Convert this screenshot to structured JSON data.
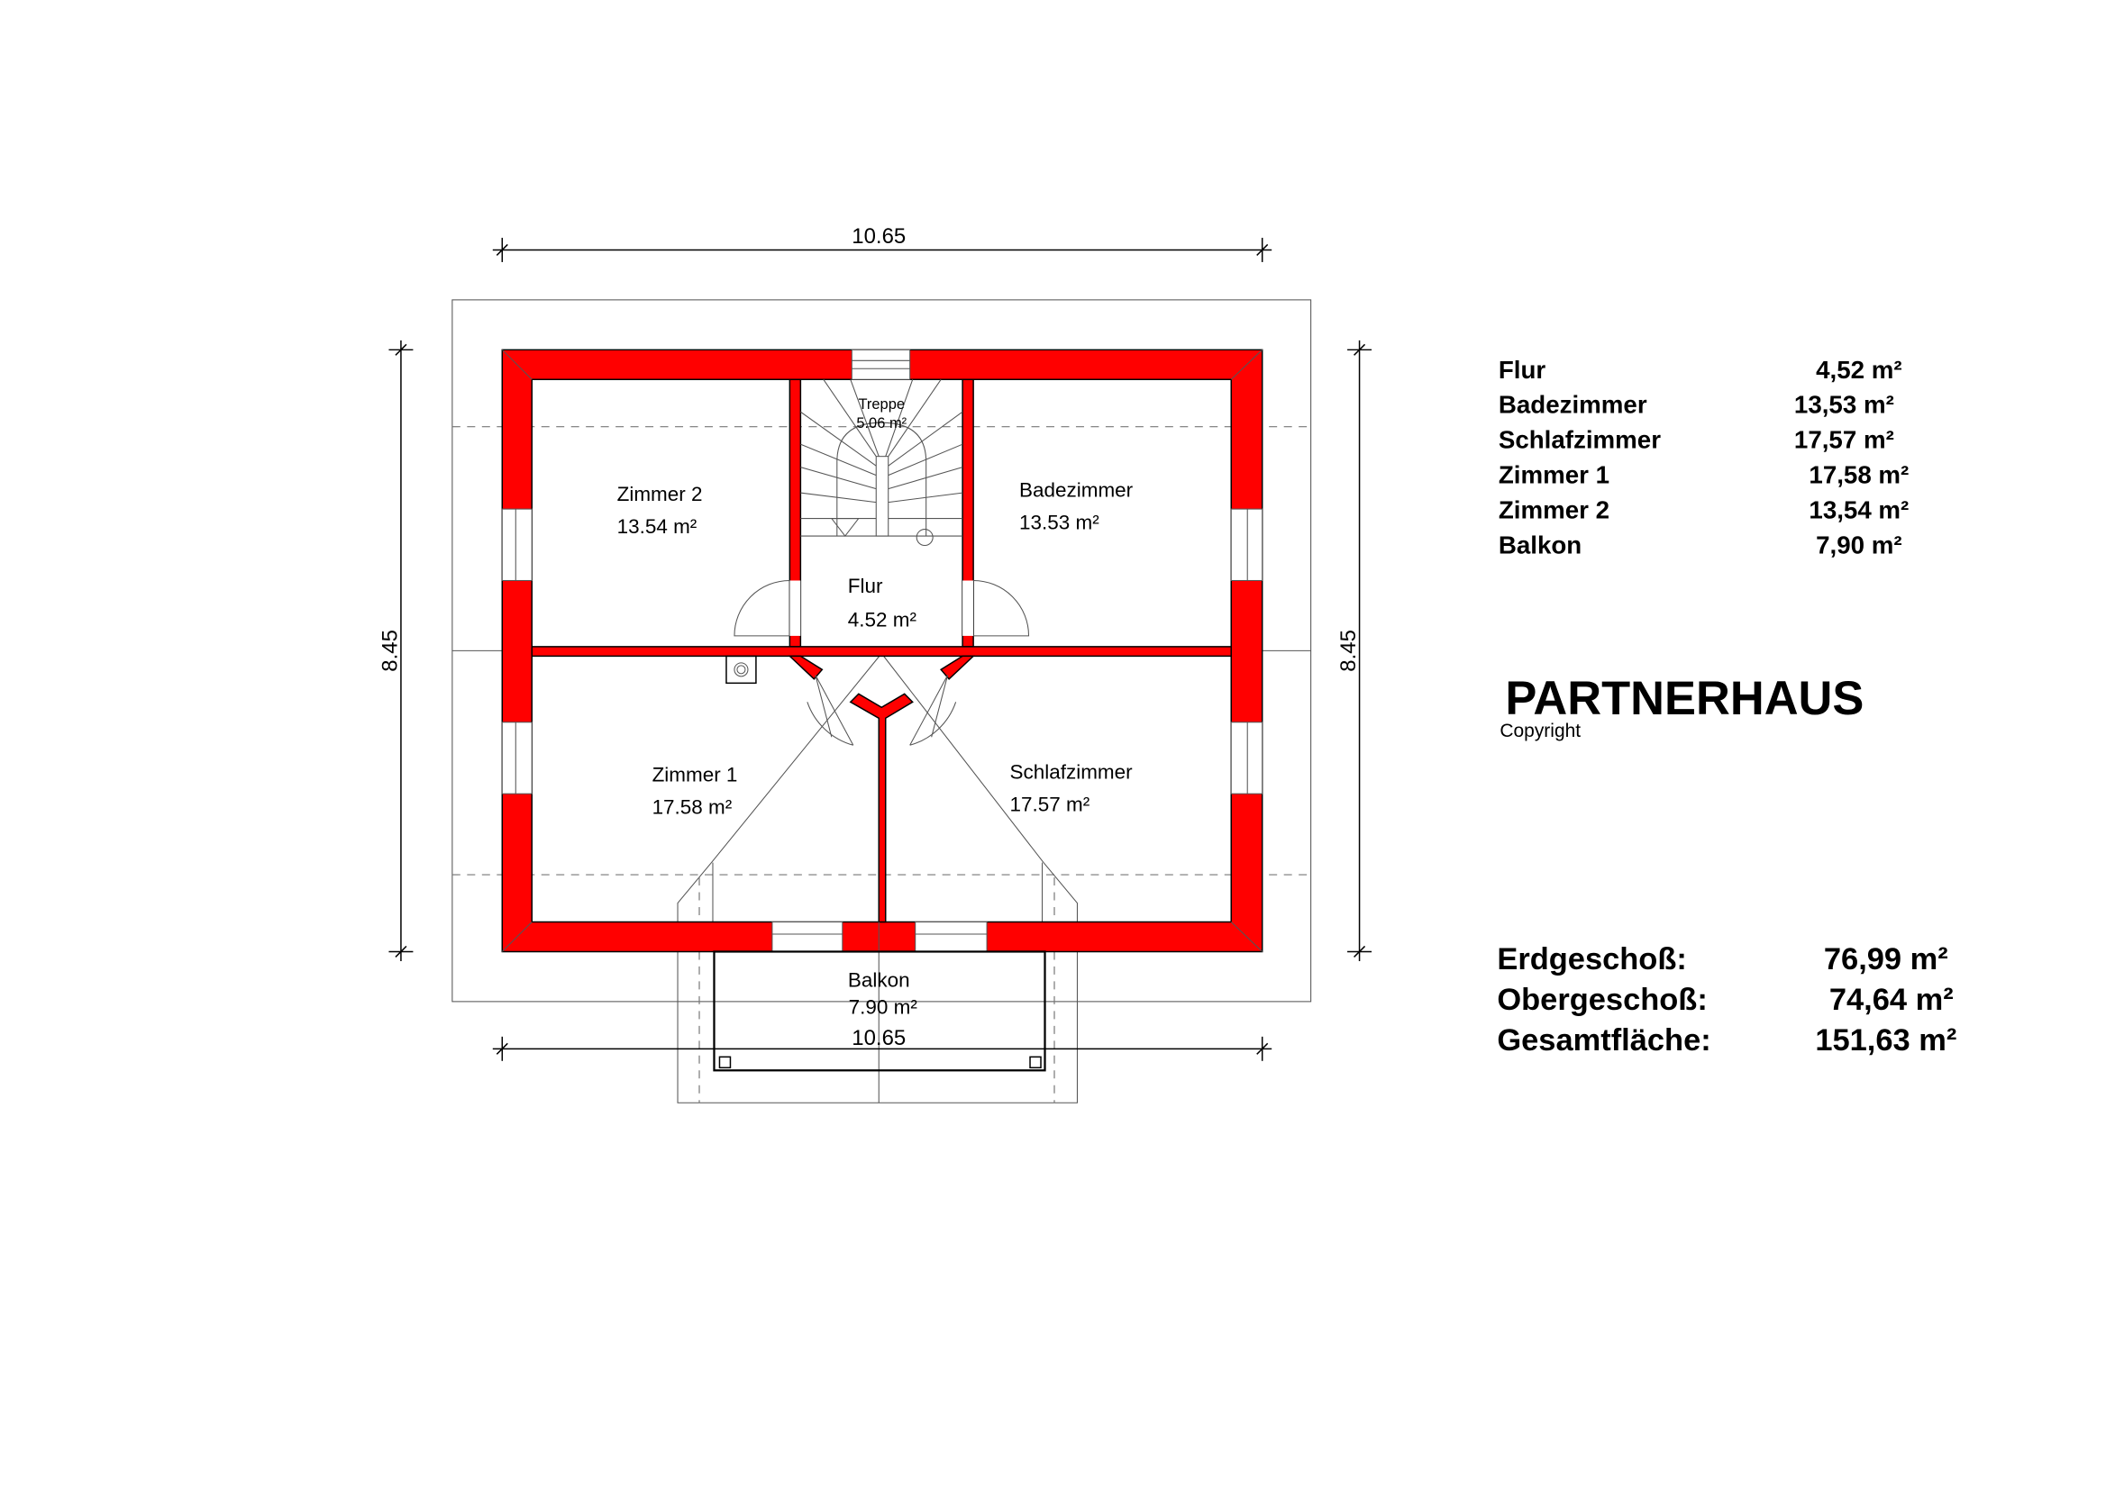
{
  "plan": {
    "dimensions": {
      "width_top": "10.65",
      "width_bottom": "10.65",
      "height_left": "8.45",
      "height_right": "8.45"
    },
    "rooms": {
      "zimmer2": {
        "name": "Zimmer 2",
        "area": "13.54 m²"
      },
      "badezimmer": {
        "name": "Badezimmer",
        "area": "13.53 m²"
      },
      "treppe": {
        "name": "Treppe",
        "area": "5.06 m²"
      },
      "flur": {
        "name": "Flur",
        "area": "4.52 m²"
      },
      "zimmer1": {
        "name": "Zimmer 1",
        "area": "17.58 m²"
      },
      "schlafzimmer": {
        "name": "Schlafzimmer",
        "area": "17.57 m²"
      },
      "balkon": {
        "name": "Balkon",
        "area": "7.90 m²"
      }
    },
    "colors": {
      "wall": "#ff0000"
    }
  },
  "area_table": [
    {
      "label": "Flur",
      "value": "4,52 m²"
    },
    {
      "label": "Badezimmer",
      "value": "13,53 m²"
    },
    {
      "label": "Schlafzimmer",
      "value": "17,57 m²"
    },
    {
      "label": "Zimmer 1",
      "value": "17,58 m²"
    },
    {
      "label": "Zimmer 2",
      "value": "13,54 m²"
    },
    {
      "label": "Balkon",
      "value": "7,90 m²"
    }
  ],
  "brand": {
    "name": "PARTNERHAUS",
    "copyright": "Copyright"
  },
  "summary": [
    {
      "label": "Erdgeschoß:",
      "value": "76,99 m²"
    },
    {
      "label": "Obergeschoß:",
      "value": "74,64 m²"
    },
    {
      "label": "Gesamtfläche:",
      "value": "151,63 m²"
    }
  ]
}
